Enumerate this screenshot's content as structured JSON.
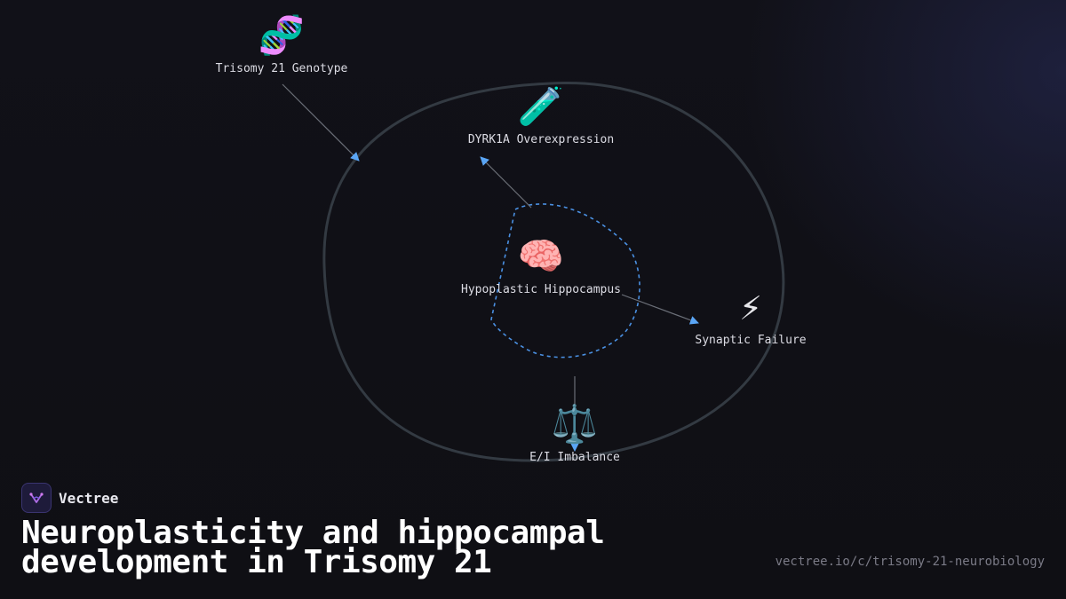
{
  "brand": {
    "name": "Vectree"
  },
  "title": "Neuroplasticity and hippocampal development in Trisomy 21",
  "url": "vectree.io/c/trisomy-21-neurobiology",
  "nodes": {
    "genotype": {
      "icon": "dna-icon",
      "emoji": "🧬",
      "label": "Trisomy 21 Genotype"
    },
    "dyrk1a": {
      "icon": "test-tube-icon",
      "emoji": "🧪",
      "label": "DYRK1A Overexpression"
    },
    "hippocampus": {
      "icon": "brain-icon",
      "emoji": "🧠",
      "label": "Hypoplastic Hippocampus"
    },
    "synaptic": {
      "icon": "lightning-icon",
      "emoji": "⚡",
      "label": "Synaptic Failure"
    },
    "imbalance": {
      "icon": "scales-icon",
      "emoji": "⚖️",
      "label": "E/I Imbalance"
    }
  },
  "colors": {
    "arrow": "#5aa5f5",
    "outer_boundary": "#333a42",
    "inner_boundary": "#4a90e2",
    "background": "#101016"
  }
}
